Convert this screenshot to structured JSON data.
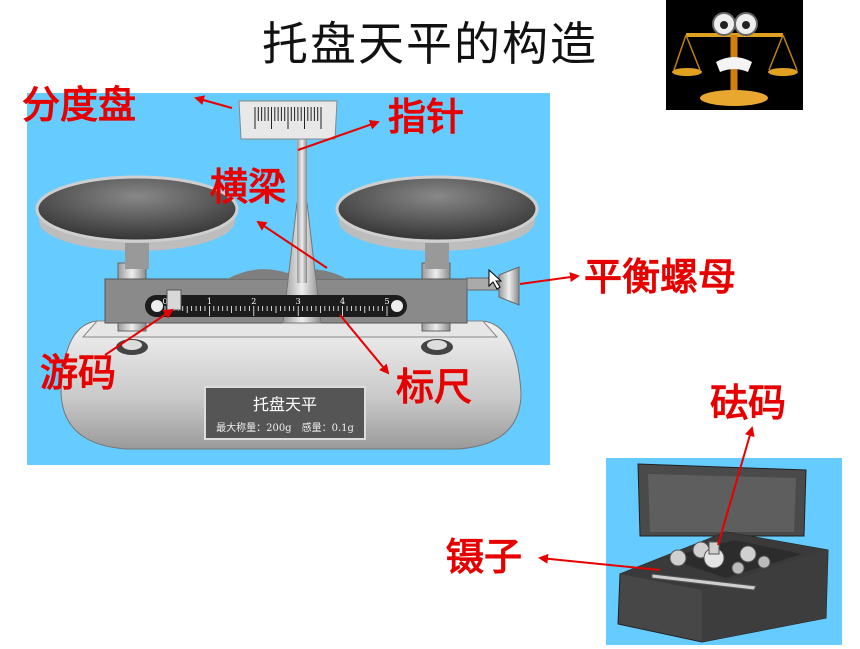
{
  "title": "托盘天平的构造",
  "labels": {
    "dial": "分度盘",
    "pointer": "指针",
    "beam": "横梁",
    "nut": "平衡螺母",
    "rider": "游码",
    "scale": "标尺",
    "weights": "砝码",
    "tweezers": "镊子"
  },
  "plate": {
    "name": "托盘天平",
    "spec": "最大称量：200g　感量：0.1g"
  },
  "scale_ticks": [
    "0",
    "1",
    "2",
    "3",
    "4",
    "5"
  ],
  "colors": {
    "label_red": "#e60000",
    "panel_blue": "#66ccff"
  }
}
